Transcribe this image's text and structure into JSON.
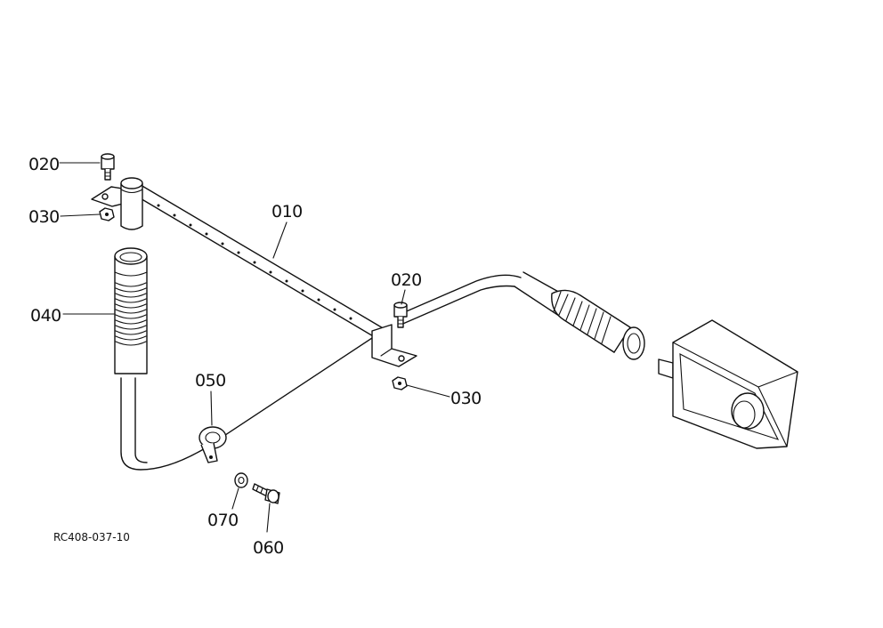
{
  "labels": {
    "part_010": "010",
    "part_020_left": "020",
    "part_030_left": "030",
    "part_040": "040",
    "part_050": "050",
    "part_020_right": "020",
    "part_030_right": "030",
    "part_070": "070",
    "part_060": "060"
  },
  "reference_code": "RC408-037-10",
  "colors": {
    "ink": "#111111",
    "paper": "#ffffff"
  }
}
